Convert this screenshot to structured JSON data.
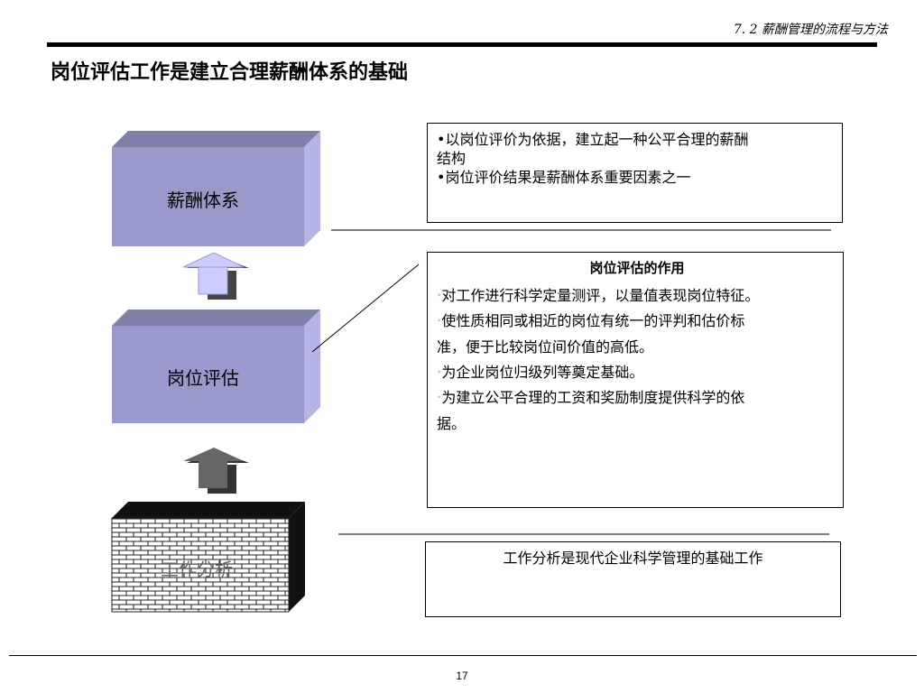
{
  "header": {
    "section": "7. 2 薪酬管理的流程与方法"
  },
  "title": "岗位评估工作是建立合理薪酬体系的基础",
  "diagram": {
    "boxes": [
      {
        "id": "salary",
        "label": "薪酬体系"
      },
      {
        "id": "job-eval",
        "label": "岗位评估"
      },
      {
        "id": "job-analysis",
        "label": "工作分析"
      }
    ],
    "colors": {
      "box_front": "#9999cc",
      "box_top": "#7f7fa9",
      "box_side": "#b3b3e6",
      "arrow_top": "#ccccff",
      "arrow_mid": "#5a5a5a",
      "brick": "#ffffff"
    }
  },
  "info": {
    "top": [
      "•以岗位评价为依据，建立起一种公平合理的薪酬",
      "结构",
      "•岗位评价结果是薪酬体系重要因素之一"
    ],
    "middle": {
      "title": "岗位评估的作用",
      "lines": [
        "对工作进行科学定量测评，以量值表现岗位特征。",
        "使性质相同或相近的岗位有统一的评判和估价标",
        "准，便于比较岗位间价值的高低。",
        "为企业岗位归级列等奠定基础。",
        "为建立公平合理的工资和奖励制度提供科学的依",
        "据。"
      ]
    },
    "bottom": "工作分析是现代企业科学管理的基础工作"
  },
  "page_number": "17"
}
